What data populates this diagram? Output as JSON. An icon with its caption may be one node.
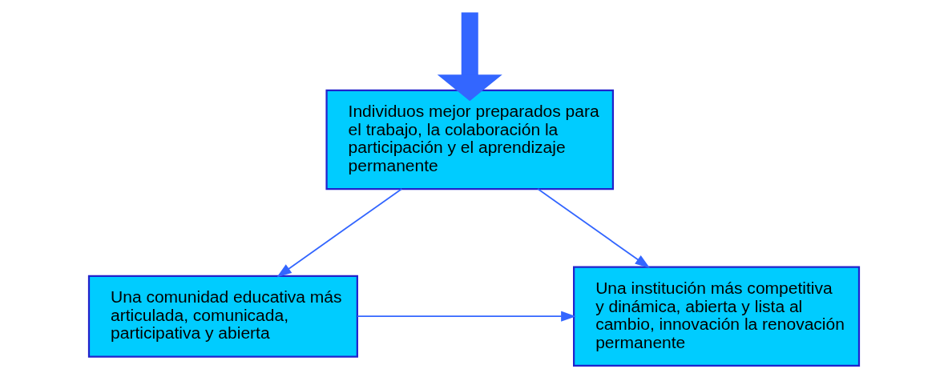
{
  "diagram": {
    "nodes": [
      {
        "text": [
          "Individuos mejor preparados para el trabajo, la colaboración la participación y el aprendizaje permanente"
        ]
      },
      {
        "text": [
          "Una institución más competitiva y dinámica, abierta y lista al cambio, innovación la renovación permanente"
        ]
      },
      {
        "text": [
          "Una comunidad educativa más articulada, comunicada, participativa y abierta"
        ]
      }
    ],
    "edges": [
      {
        "from": null,
        "to": 0,
        "arrow": "to",
        "style": "thick"
      },
      {
        "from": 0,
        "to": 1,
        "arrow": "to"
      },
      {
        "from": 0,
        "to": 2,
        "arrow": "to"
      },
      {
        "from": 2,
        "to": 1,
        "arrow": "to"
      }
    ]
  }
}
